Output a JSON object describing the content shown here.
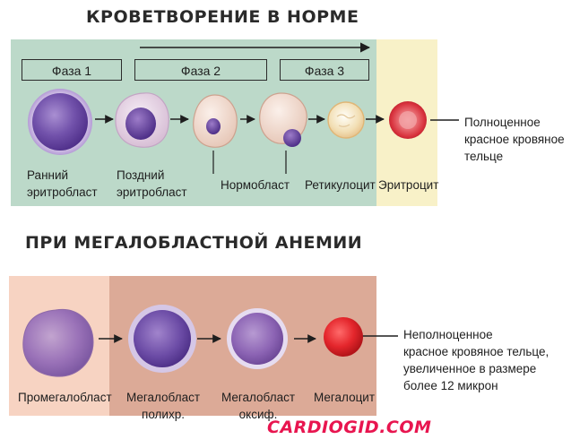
{
  "normal": {
    "title": "КРОВЕТВОРЕНИЕ В НОРМЕ",
    "phases": [
      "Фаза 1",
      "Фаза 2",
      "Фаза 3"
    ],
    "cells": {
      "early": [
        "Ранний",
        "эритробласт"
      ],
      "late": [
        "Поздний",
        "эритробласт"
      ],
      "normoblast": "Нормобласт",
      "reticulocyte": "Ретикулоцит",
      "erythrocyte": "Эритроцит"
    },
    "note": [
      "Полноценное",
      "красное кровяное",
      "тельце"
    ]
  },
  "anemia": {
    "title": "ПРИ МЕГАЛОБЛАСТНОЙ АНЕМИИ",
    "cells": {
      "promegaloblast": "Промегалобласт",
      "polychrom": [
        "Мегалобласт",
        "полихр."
      ],
      "oxyph": [
        "Мегалобласт",
        "оксиф."
      ],
      "megalocyte": "Мегалоцит"
    },
    "note": [
      "Неполноценное",
      "красное кровяное тельце,",
      "увеличенное в размере",
      "более 12 микрон"
    ]
  },
  "watermark": "CARDIOGID.COM",
  "colors": {
    "panel_green": "#bcd9c9",
    "panel_yellow": "#f8f1c8",
    "panel_pink": "#f7d3c2",
    "panel_brown": "#dcaa97",
    "brand": "#e8154f"
  }
}
